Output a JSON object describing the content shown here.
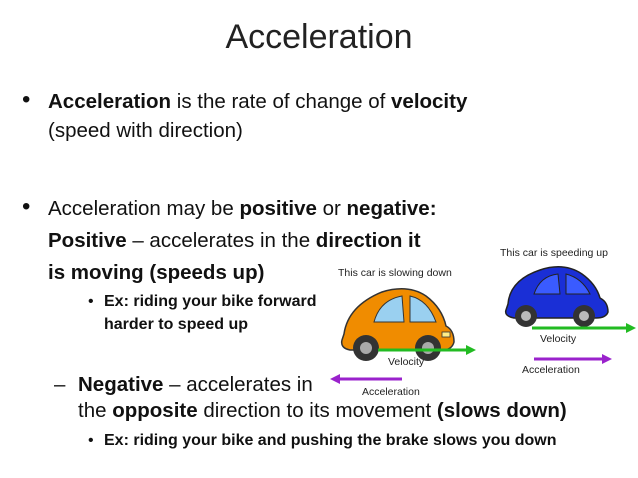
{
  "slide": {
    "title": "Acceleration",
    "bullet1": {
      "b1": "Acceleration",
      "t1": " is the rate of change of ",
      "b2": "velocity",
      "line2": "(speed with direction)"
    },
    "bullet2": {
      "t1": "Acceleration may be ",
      "b1": "positive",
      "t2": " or ",
      "b2": "negative:",
      "l2_b1": "Positive",
      "l2_t1": " – accelerates in the ",
      "l2_b2": "direction it",
      "l3": "is moving (speeds up)"
    },
    "sub1": {
      "line1": "Ex: riding your bike forward",
      "line2": "harder to speed up"
    },
    "neg": {
      "dash": "–",
      "b1": "Negative",
      "t1": " – accelerates in",
      "l2_t1": "the ",
      "l2_b1": "opposite",
      "l2_t2": " direction to its movement ",
      "l2_b2": "(slows down)"
    },
    "sub2": {
      "line1": "Ex: riding your bike and pushing the brake slows you down"
    }
  },
  "figure_left": {
    "caption": "This car is slowing down",
    "velocity_label": "Velocity",
    "acceleration_label": "Acceleration",
    "car_color": "#f08c00",
    "velocity_arrow_color": "#22bb22",
    "acceleration_arrow_color": "#9a22cc"
  },
  "figure_right": {
    "caption": "This car is speeding up",
    "velocity_label": "Velocity",
    "acceleration_label": "Acceleration",
    "car_color": "#1a2fd6",
    "velocity_arrow_color": "#22bb22",
    "acceleration_arrow_color": "#9a22cc"
  },
  "glyphs": {
    "bullet": "•"
  }
}
